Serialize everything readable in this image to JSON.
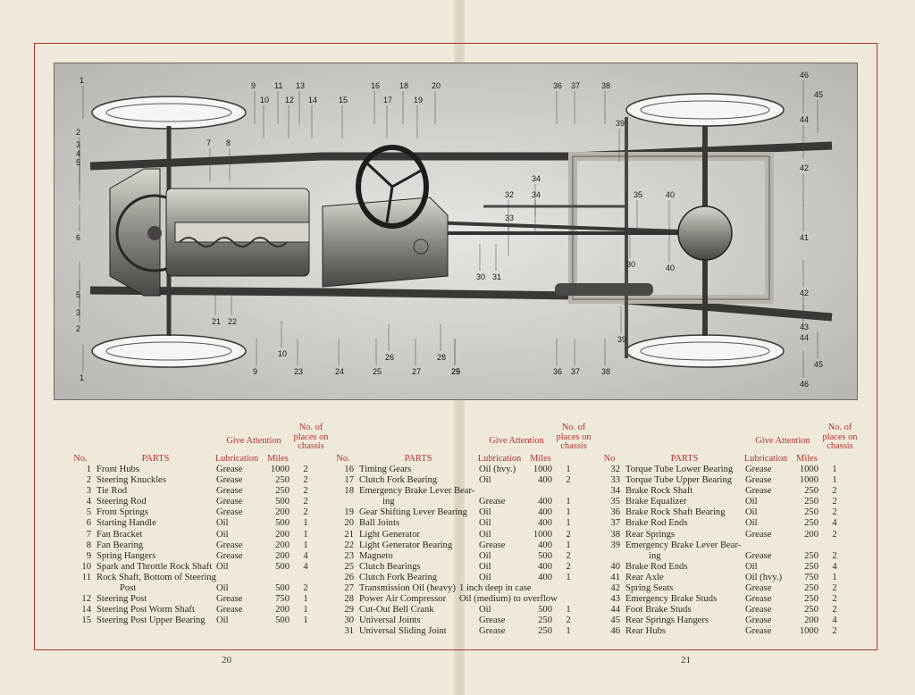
{
  "page_numbers": {
    "left": "20",
    "right": "21"
  },
  "headers": {
    "no": "No.",
    "no_alt": "No",
    "parts": "PARTS",
    "give_attention": "Give Attention",
    "lubrication": "Lubrication",
    "miles": "Miles",
    "places": "No. of places on chassis",
    "places_alt": "No. of places on chassis"
  },
  "diagram_labels": [
    "1",
    "2",
    "3",
    "4",
    "5",
    "6",
    "7",
    "8",
    "9",
    "10",
    "11",
    "12",
    "13",
    "14",
    "15",
    "16",
    "17",
    "18",
    "19",
    "20",
    "21",
    "22",
    "23",
    "24",
    "25",
    "26",
    "27",
    "28",
    "29",
    "30",
    "31",
    "32",
    "33",
    "34",
    "35",
    "36",
    "37",
    "38",
    "39",
    "40",
    "41",
    "42",
    "43",
    "44",
    "45",
    "46"
  ],
  "columns": [
    [
      {
        "no": "1",
        "part": "Front Hubs",
        "lub": "Grease",
        "miles": "1000",
        "places": "2"
      },
      {
        "no": "2",
        "part": "Steering Knuckles",
        "lub": "Grease",
        "miles": "250",
        "places": "2"
      },
      {
        "no": "3",
        "part": "Tie Rod",
        "lub": "Grease",
        "miles": "250",
        "places": "2"
      },
      {
        "no": "4",
        "part": "Steering Rod",
        "lub": "Grease",
        "miles": "500",
        "places": "2"
      },
      {
        "no": "5",
        "part": "Front Springs",
        "lub": "Grease",
        "miles": "200",
        "places": "2"
      },
      {
        "no": "6",
        "part": "Starting Handle",
        "lub": "Oil",
        "miles": "500",
        "places": "1"
      },
      {
        "no": "7",
        "part": "Fan Bracket",
        "lub": "Oil",
        "miles": "200",
        "places": "1"
      },
      {
        "no": "8",
        "part": "Fan Bearing",
        "lub": "Grease",
        "miles": "200",
        "places": "1"
      },
      {
        "no": "9",
        "part": "Spring Hangers",
        "lub": "Grease",
        "miles": "200",
        "places": "4"
      },
      {
        "no": "10",
        "part": "Spark and Throttle Rock Shaft",
        "lub": "Oil",
        "miles": "500",
        "places": "4"
      },
      {
        "no": "11",
        "part": "Rock Shaft, Bottom of Steering",
        "lub": "",
        "miles": "",
        "places": ""
      },
      {
        "no": "",
        "part": "Post",
        "lub": "Oil",
        "miles": "500",
        "places": "2",
        "indent": true
      },
      {
        "no": "12",
        "part": "Steering Post",
        "lub": "Grease",
        "miles": "750",
        "places": "1"
      },
      {
        "no": "14",
        "part": "Steering Post Worm Shaft",
        "lub": "Grease",
        "miles": "200",
        "places": "1"
      },
      {
        "no": "15",
        "part": "Steering Post Upper Bearing",
        "lub": "Oil",
        "miles": "500",
        "places": "1"
      }
    ],
    [
      {
        "no": "16",
        "part": "Timing Gears",
        "lub": "Oil (hvy.)",
        "miles": "1000",
        "places": "1"
      },
      {
        "no": "17",
        "part": "Clutch Fork Bearing",
        "lub": "Oil",
        "miles": "400",
        "places": "2"
      },
      {
        "no": "18",
        "part": "Emergency Brake Lever Bear-",
        "lub": "",
        "miles": "",
        "places": ""
      },
      {
        "no": "",
        "part": "ing",
        "lub": "Grease",
        "miles": "400",
        "places": "1",
        "indent": true
      },
      {
        "no": "19",
        "part": "Gear Shifting Lever Bearing",
        "lub": "Oil",
        "miles": "400",
        "places": "1"
      },
      {
        "no": "20",
        "part": "Ball Joints",
        "lub": "Oil",
        "miles": "400",
        "places": "1"
      },
      {
        "no": "21",
        "part": "Light Generator",
        "lub": "Oil",
        "miles": "1000",
        "places": "2"
      },
      {
        "no": "22",
        "part": "Light Generator Bearing",
        "lub": "Grease",
        "miles": "400",
        "places": "1"
      },
      {
        "no": "23",
        "part": "Magneto",
        "lub": "Oil",
        "miles": "500",
        "places": "2"
      },
      {
        "no": "25",
        "part": "Clutch Bearings",
        "lub": "Oil",
        "miles": "400",
        "places": "2"
      },
      {
        "no": "26",
        "part": "Clutch Fork Bearing",
        "lub": "Oil",
        "miles": "400",
        "places": "1"
      },
      {
        "no": "27",
        "part": "Transmission Oil (heavy)",
        "lub": "1 inch deep in case",
        "miles": "",
        "places": "",
        "span": true
      },
      {
        "no": "28",
        "part": "Power Air Compressor",
        "lub": "Oil (medium) to overflow",
        "miles": "",
        "places": "",
        "span": true
      },
      {
        "no": "29",
        "part": "Cut-Out Bell Crank",
        "lub": "Oil",
        "miles": "500",
        "places": "1"
      },
      {
        "no": "30",
        "part": "Universal Joints",
        "lub": "Grease",
        "miles": "250",
        "places": "2"
      },
      {
        "no": "31",
        "part": "Universal Sliding Joint",
        "lub": "Grease",
        "miles": "250",
        "places": "1"
      }
    ],
    [
      {
        "no": "32",
        "part": "Torque Tube Lower Bearing",
        "lub": "Grease",
        "miles": "1000",
        "places": "1"
      },
      {
        "no": "33",
        "part": "Torque Tube Upper Bearing",
        "lub": "Grease",
        "miles": "1000",
        "places": "1"
      },
      {
        "no": "34",
        "part": "Brake Rock Shaft",
        "lub": "Grease",
        "miles": "250",
        "places": "2"
      },
      {
        "no": "35",
        "part": "Brake Equalizer",
        "lub": "Oil",
        "miles": "250",
        "places": "2"
      },
      {
        "no": "36",
        "part": "Brake Rock Shaft Bearing",
        "lub": "Oil",
        "miles": "250",
        "places": "2"
      },
      {
        "no": "37",
        "part": "Brake Rod Ends",
        "lub": "Oil",
        "miles": "250",
        "places": "4"
      },
      {
        "no": "38",
        "part": "Rear Springs",
        "lub": "Grease",
        "miles": "200",
        "places": "2"
      },
      {
        "no": "39",
        "part": "Emergency Brake Lever Bear-",
        "lub": "",
        "miles": "",
        "places": ""
      },
      {
        "no": "",
        "part": "ing",
        "lub": "Grease",
        "miles": "250",
        "places": "2",
        "indent": true
      },
      {
        "no": "40",
        "part": "Brake Rod Ends",
        "lub": "Oil",
        "miles": "250",
        "places": "4"
      },
      {
        "no": "41",
        "part": "Rear Axle",
        "lub": "Oil (hvy.)",
        "miles": "750",
        "places": "1"
      },
      {
        "no": "42",
        "part": "Spring Seats",
        "lub": "Grease",
        "miles": "250",
        "places": "2"
      },
      {
        "no": "43",
        "part": "Emergency Brake Studs",
        "lub": "Grease",
        "miles": "250",
        "places": "2"
      },
      {
        "no": "44",
        "part": "Foot Brake Studs",
        "lub": "Grease",
        "miles": "250",
        "places": "2"
      },
      {
        "no": "45",
        "part": "Rear Springs Hangers",
        "lub": "Grease",
        "miles": "200",
        "places": "4"
      },
      {
        "no": "46",
        "part": "Rear Hubs",
        "lub": "Grease",
        "miles": "1000",
        "places": "2"
      }
    ]
  ]
}
